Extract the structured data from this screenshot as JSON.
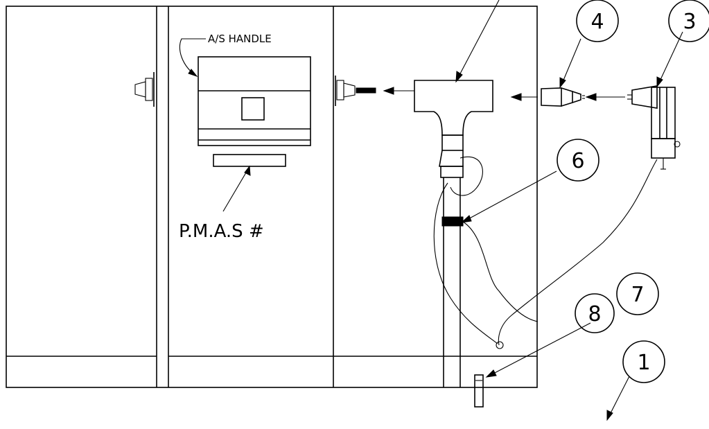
{
  "labels": {
    "handle": "A/S HANDLE",
    "pmas": "P.M.A.S #"
  },
  "callouts": [
    {
      "id": "c4",
      "text": "4"
    },
    {
      "id": "c3",
      "text": "3"
    },
    {
      "id": "c6",
      "text": "6"
    },
    {
      "id": "c7",
      "text": "7"
    },
    {
      "id": "c8",
      "text": "8"
    },
    {
      "id": "c1",
      "text": "1"
    }
  ]
}
